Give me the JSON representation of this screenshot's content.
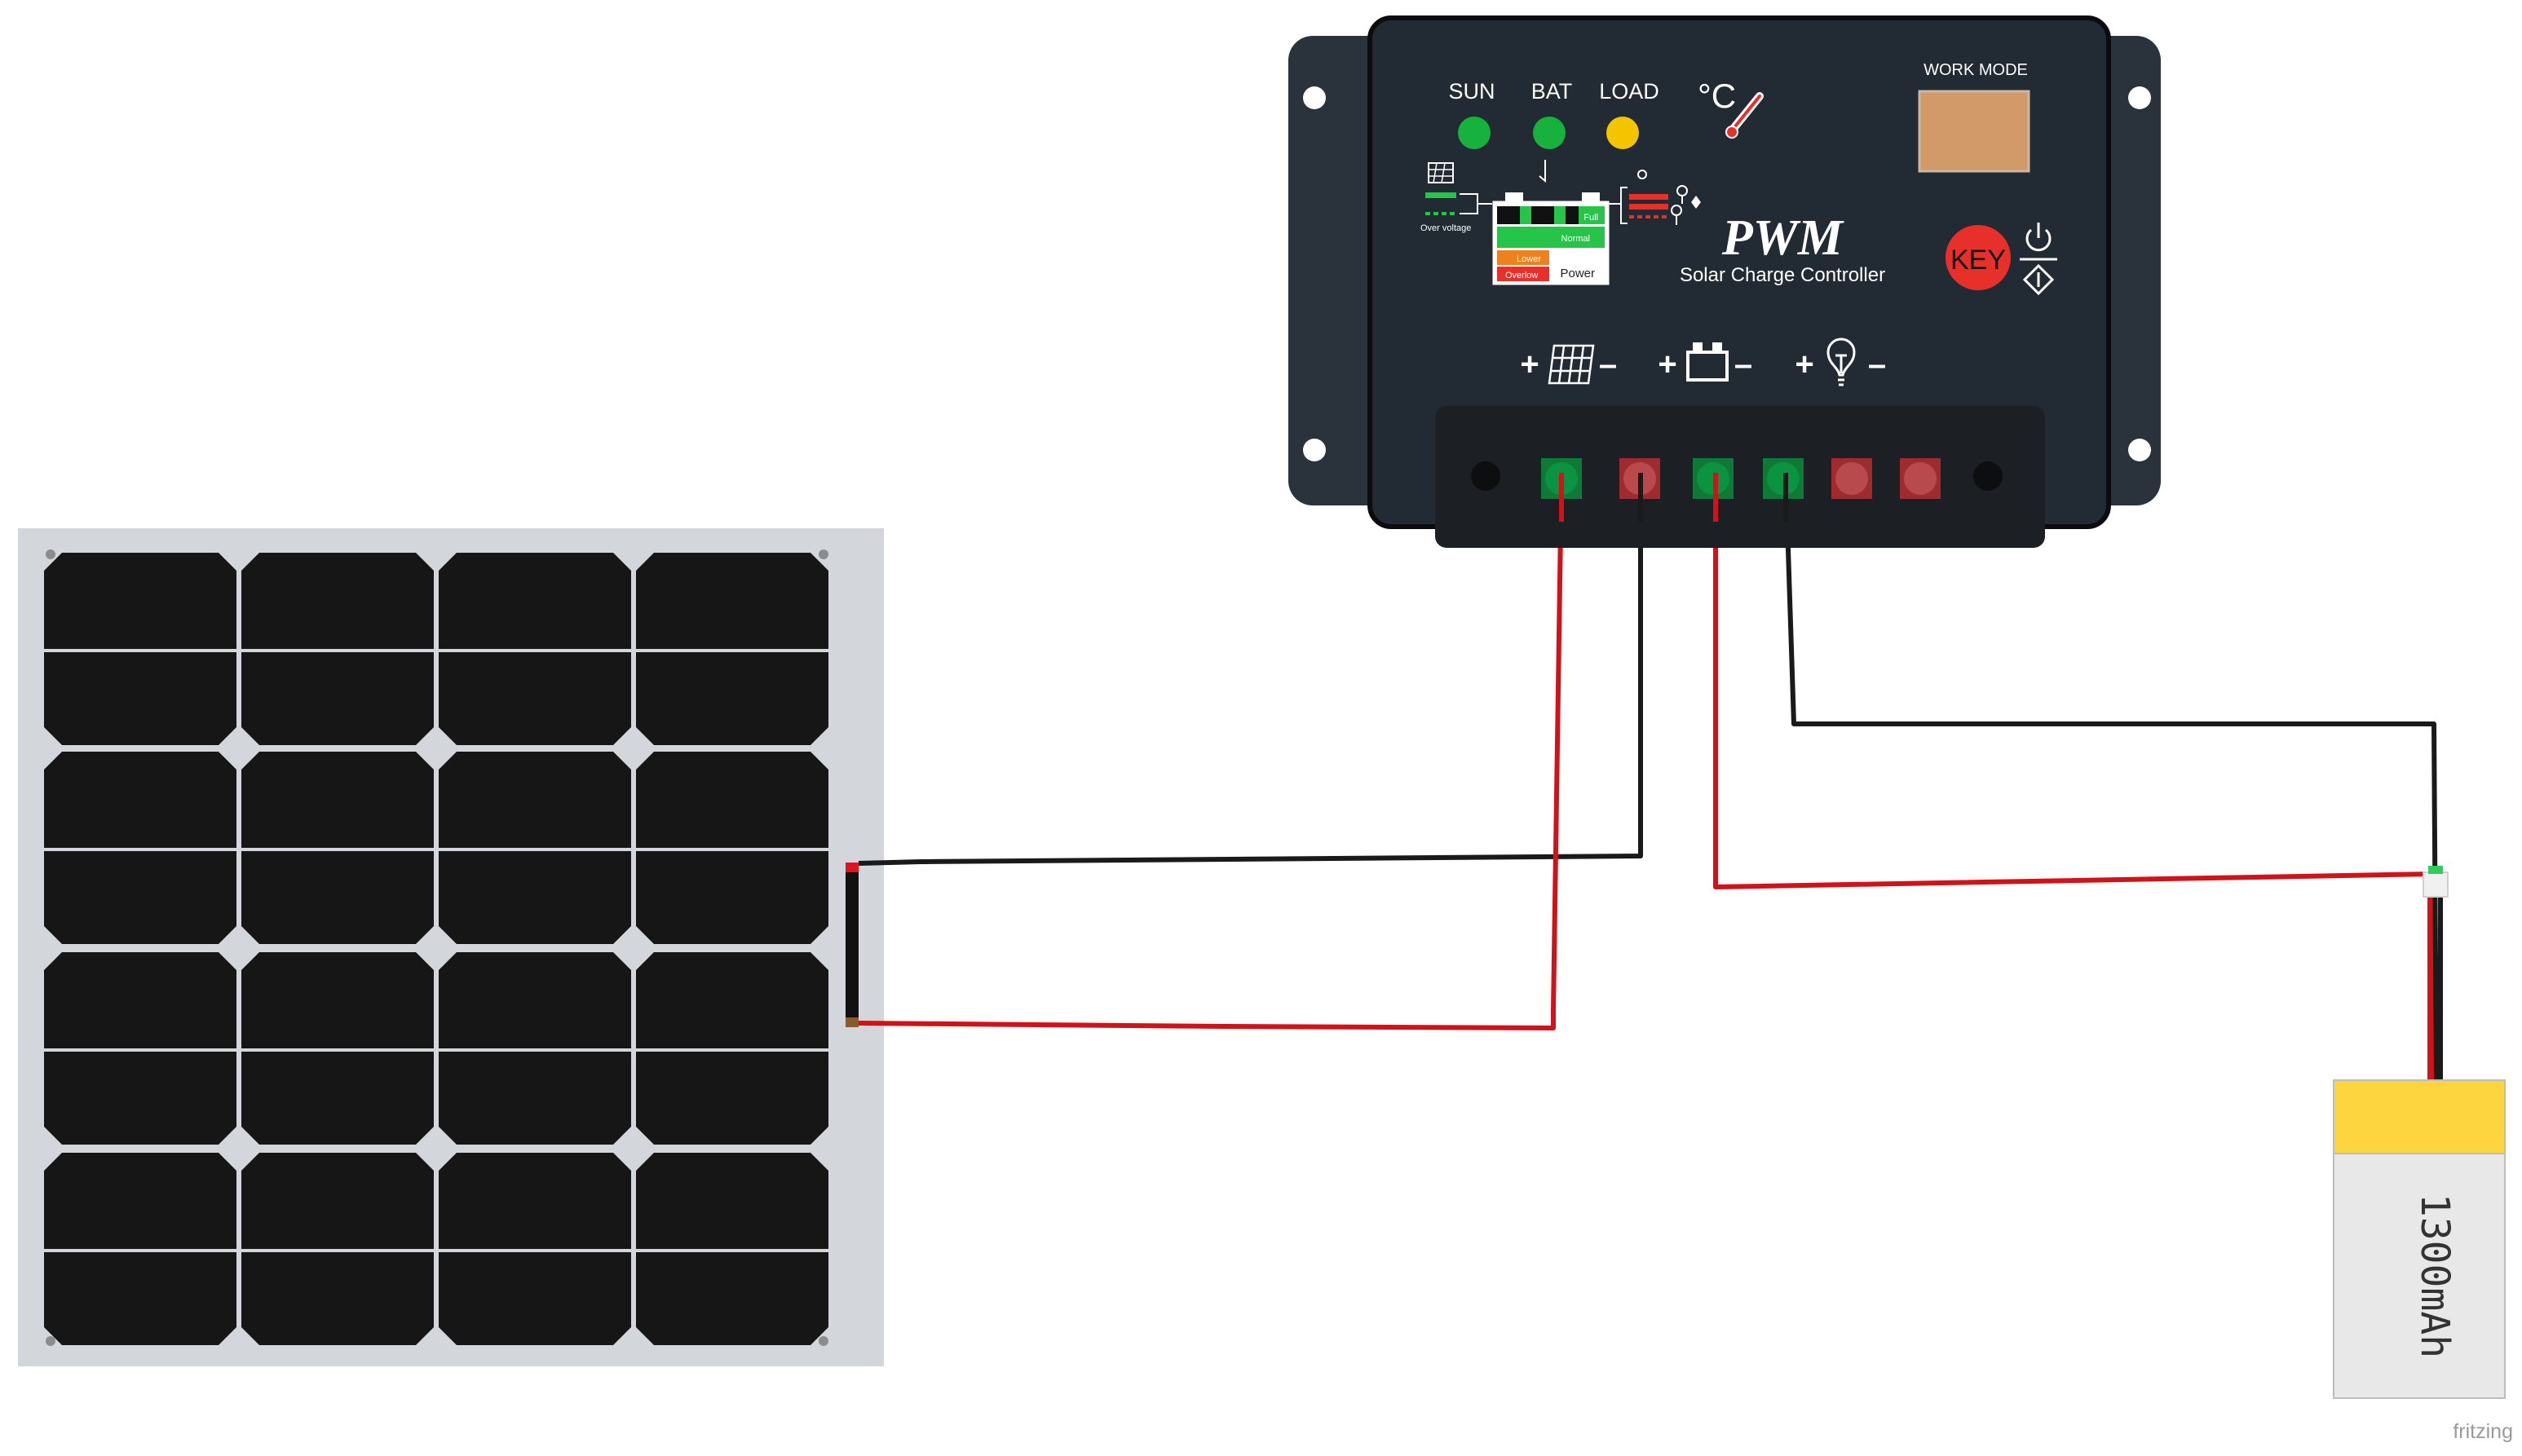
{
  "controller": {
    "indicators": {
      "sun": "SUN",
      "bat": "BAT",
      "load": "LOAD"
    },
    "temp_symbol": "°C",
    "work_mode": "WORK MODE",
    "brand": "PWM",
    "subtitle": "Solar Charge Controller",
    "key_button": "KEY",
    "battery_diagram": {
      "full": "Full",
      "normal": "Normal",
      "lower": "Lower",
      "overlow": "Overlow",
      "power": "Power",
      "over_voltage": "Over voltage"
    },
    "terminal_groups": [
      {
        "plus": "+",
        "minus": "–",
        "icon": "solar-panel-icon"
      },
      {
        "plus": "+",
        "minus": "–",
        "icon": "battery-icon"
      },
      {
        "plus": "+",
        "minus": "–",
        "icon": "bulb-icon"
      }
    ]
  },
  "battery": {
    "capacity": "1300mAh"
  },
  "watermark": "fritzing",
  "colors": {
    "controller_body": "#222a33",
    "terminal_block": "#1c1f24",
    "wire_red": "#d0121a",
    "wire_black": "#1a1a1a",
    "led_green": "#17b13e",
    "led_yellow": "#f5c400",
    "key_red": "#e8302a",
    "work_mode_pad": "#d29a68",
    "panel_frame": "#d3d6da",
    "panel_cell": "#161616",
    "battery_cap": "#fcd53f",
    "battery_body": "#e8e8e8"
  }
}
